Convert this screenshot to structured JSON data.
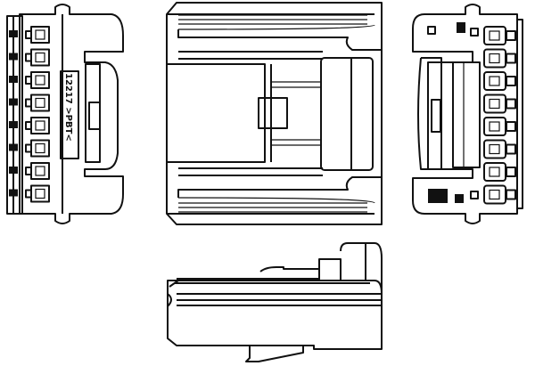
{
  "drawing": {
    "views": [
      "front-view",
      "top-view",
      "rear-view",
      "side-view"
    ],
    "pin_count": 8,
    "line_color": "#111111",
    "background": "#ffffff",
    "marking": "12217 >PBT<"
  }
}
